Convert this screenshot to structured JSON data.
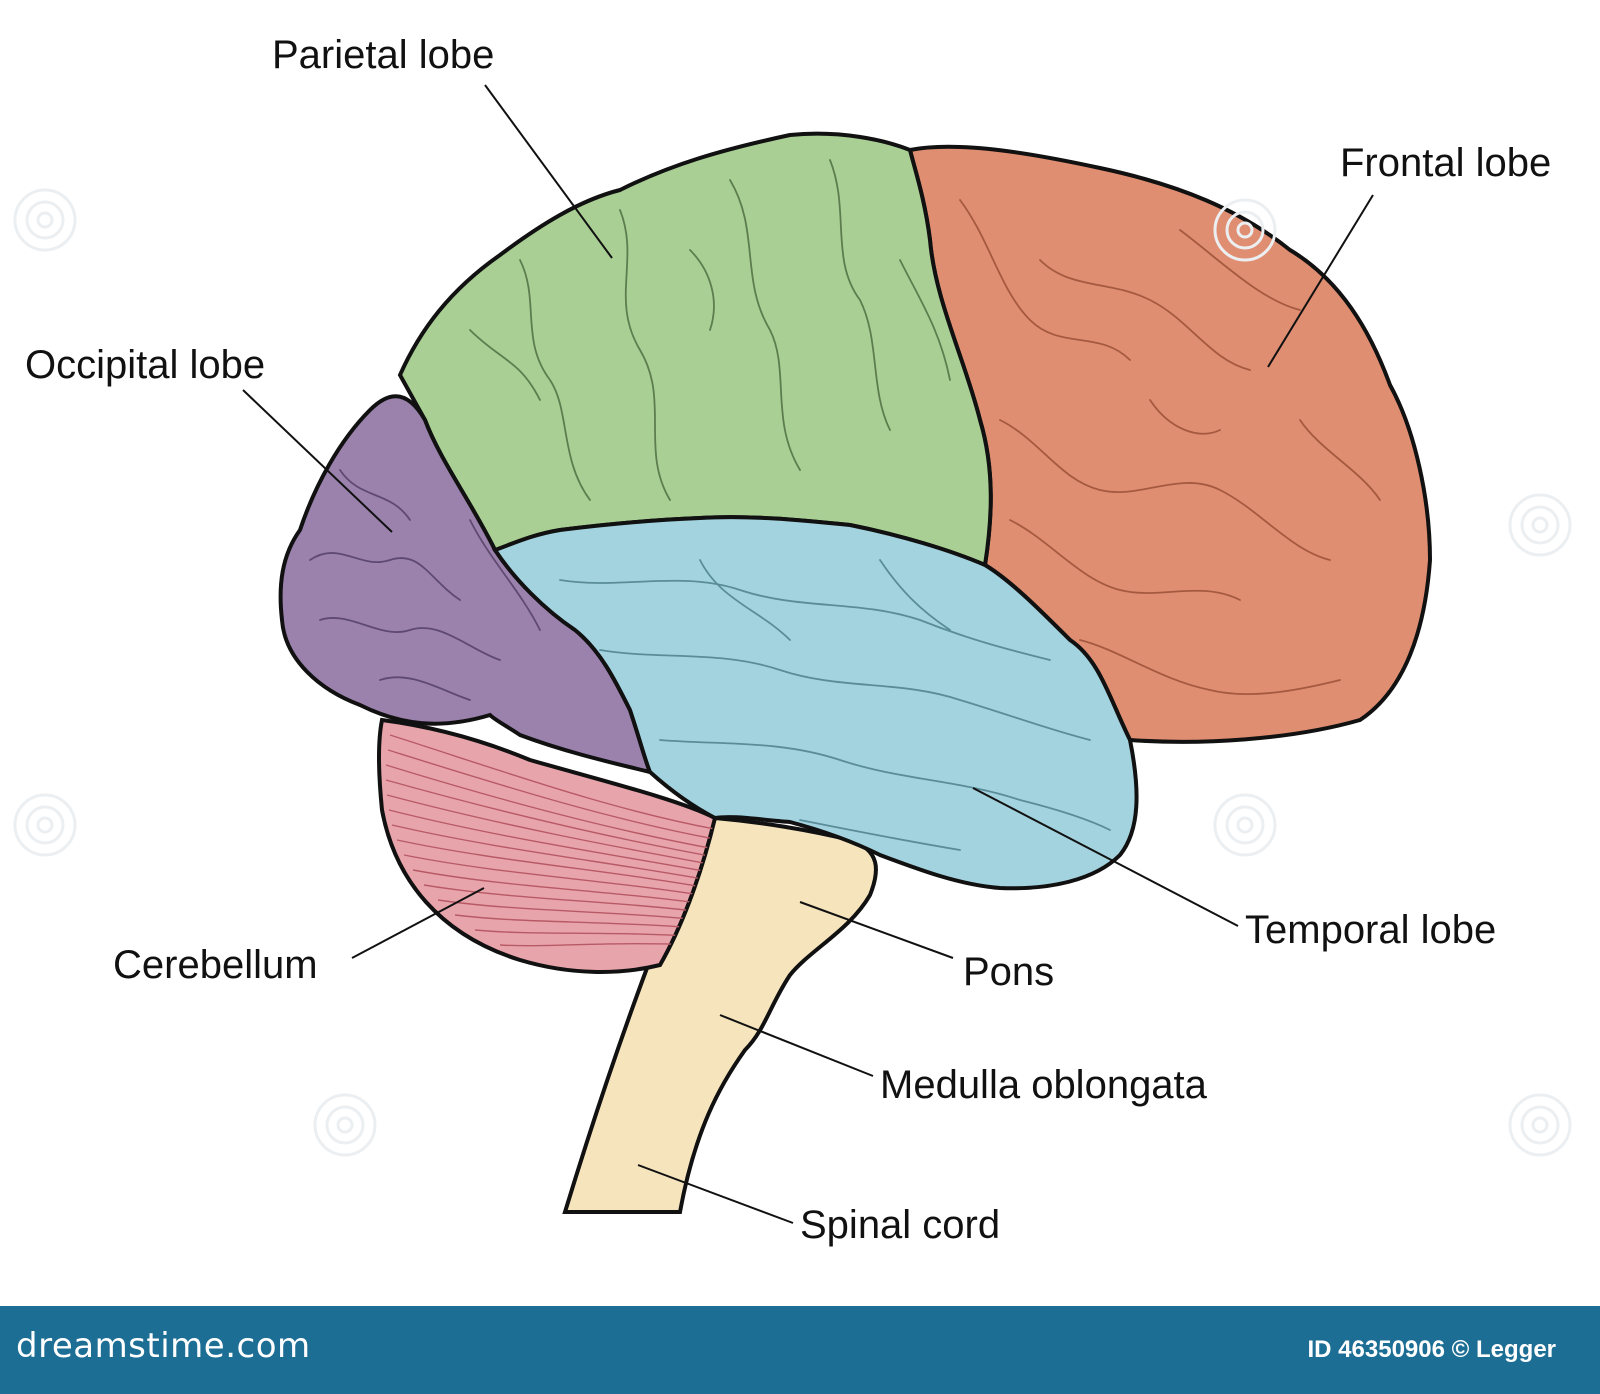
{
  "diagram": {
    "labels": {
      "parietal": "Parietal lobe",
      "frontal": "Frontal lobe",
      "occipital": "Occipital lobe",
      "cerebellum": "Cerebellum",
      "temporal": "Temporal lobe",
      "pons": "Pons",
      "medulla": "Medulla oblongata",
      "spinal": "Spinal cord"
    },
    "colors": {
      "frontal": "#e08e72",
      "parietal": "#a9cf94",
      "occipital": "#9b82ad",
      "temporal": "#a3d3df",
      "cerebellum": "#e8a4ab",
      "brainstem": "#f6e4bd",
      "outline": "#111111"
    }
  },
  "footer": {
    "brand": "dreamstime.com",
    "credit": "ID 46350906 © Legger",
    "background": "#1d6e94"
  }
}
